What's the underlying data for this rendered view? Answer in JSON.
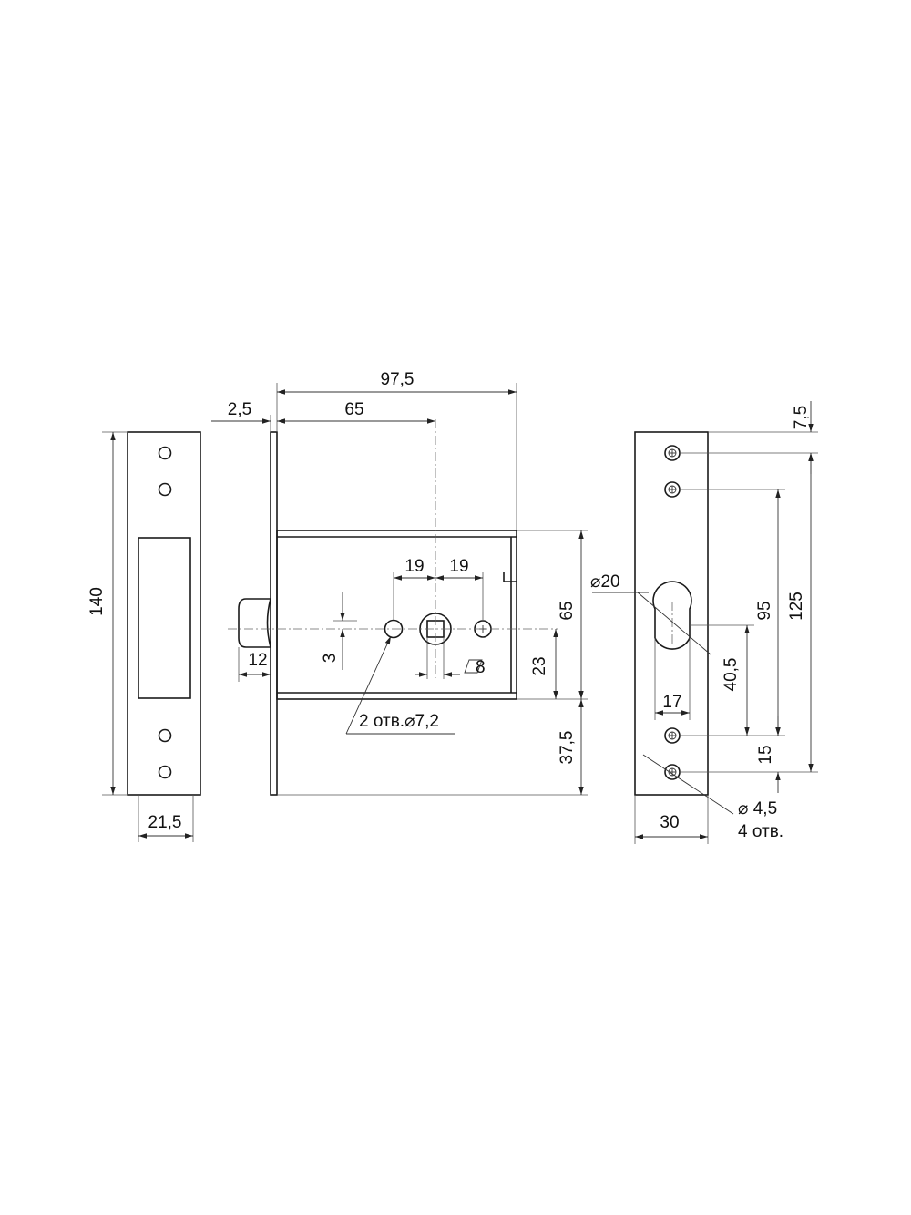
{
  "strike_plate": {
    "height": "140",
    "width": "21,5"
  },
  "lock_body": {
    "overall_depth": "97,5",
    "faceplate_thickness": "2,5",
    "backset": "65",
    "hole_spacing_left": "19",
    "hole_spacing_right": "19",
    "bolt_offset": "3",
    "bolt_projection": "12",
    "spindle_square": "8",
    "body_height": "65",
    "bolt_height": "23",
    "bottom_offset": "37,5",
    "fixing_holes_note": "2 отв.⌀7,2"
  },
  "faceplate": {
    "top_offset": "7,5",
    "hole_spacing": "125",
    "upper_spacing": "95",
    "cylinder_diameter": "⌀20",
    "cylinder_offset": "40,5",
    "cylinder_width": "17",
    "lower_spacing": "15",
    "screw_diameter": "⌀ 4,5",
    "screw_count": "4 отв.",
    "width": "30"
  }
}
